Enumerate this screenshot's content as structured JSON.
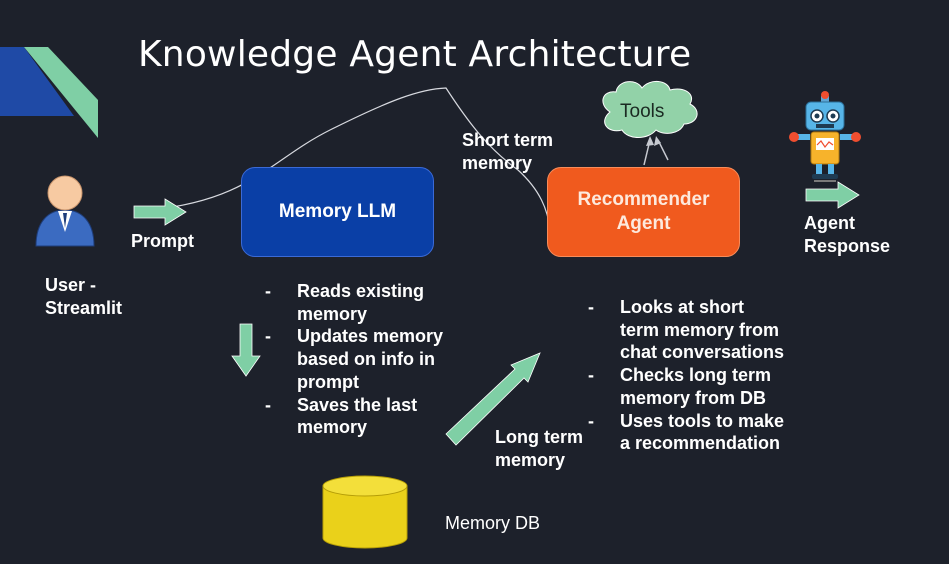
{
  "title": "Knowledge Agent Architecture",
  "user": {
    "label_line1": "User -",
    "label_line2": "Streamlit"
  },
  "prompt_label": "Prompt",
  "memory_llm": {
    "label": "Memory LLM",
    "bullets": [
      "Reads existing memory",
      "Updates memory based on info in prompt",
      "Saves the last memory"
    ]
  },
  "short_term": {
    "line1": "Short term",
    "line2": "memory"
  },
  "tools_label": "Tools",
  "recommender": {
    "line1": "Recommender",
    "line2": "Agent",
    "bullets": [
      "Looks at short term memory from chat conversations",
      "Checks long term memory from DB",
      "Uses tools to make a recommendation"
    ]
  },
  "agent_response": {
    "line1": "Agent",
    "line2": "Response"
  },
  "long_term": {
    "line1": "Long term",
    "line2": "memory"
  },
  "memory_db_label": "Memory DB",
  "colors": {
    "background": "#1d212b",
    "memory_llm": "#0a3fa6",
    "recommender": "#f05a1e",
    "arrow": "#7fcfa5",
    "database": "#ead11a",
    "accent_blue": "#1f4aa6",
    "accent_green": "#7fcfa5"
  }
}
